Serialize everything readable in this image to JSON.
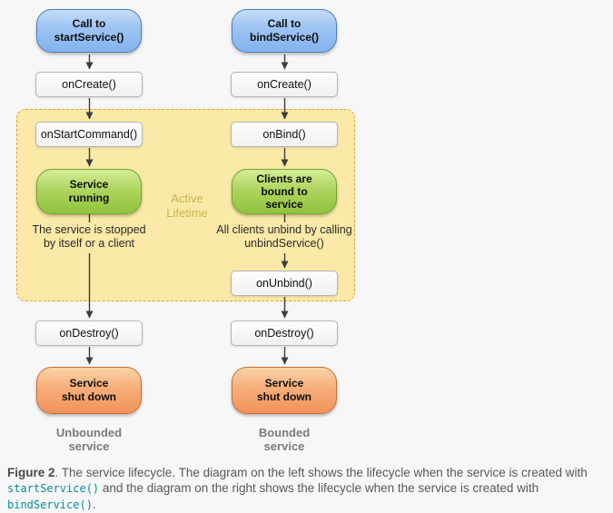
{
  "colors": {
    "background": "#f7f7f7",
    "blue_node_top": "#c4ddf9",
    "blue_node_bottom": "#83b3ee",
    "blue_node_border": "#4c7fba",
    "green_node_top": "#d5ec96",
    "green_node_bottom": "#90c33d",
    "green_node_border": "#74a433",
    "orange_node_top": "#fbd4a7",
    "orange_node_bottom": "#f2925a",
    "orange_node_border": "#c2703a",
    "callback_box_bg": "#f7f7f7",
    "callback_box_border": "#b5b5b5",
    "active_region_bg": "#fbe9a7",
    "active_region_border": "#e0a33e",
    "active_label_text": "#c9b54a",
    "arrow": "#3c3c3c",
    "code_link": "#0b8a9e",
    "caption_text": "#58585a",
    "column_label_text": "#7b7b7b"
  },
  "diagram": {
    "active_label": {
      "line1": "Active",
      "line2": "Lifetime"
    },
    "left_column": {
      "call_node": {
        "line1": "Call to",
        "line2": "startService()"
      },
      "oncreate": "onCreate()",
      "onstartcommand": "onStartCommand()",
      "running_node": {
        "line1": "Service",
        "line2": "running"
      },
      "note": {
        "line1": "The service is stopped",
        "line2": "by itself or a client"
      },
      "ondestroy": "onDestroy()",
      "shutdown_node": {
        "line1": "Service",
        "line2": "shut down"
      },
      "label": {
        "line1": "Unbounded",
        "line2": "service"
      }
    },
    "right_column": {
      "call_node": {
        "line1": "Call to",
        "line2": "bindService()"
      },
      "oncreate": "onCreate()",
      "onbind": "onBind()",
      "bound_node": {
        "line1": "Clients are",
        "line2": "bound to",
        "line3": "service"
      },
      "note": {
        "line1": "All clients unbind by calling",
        "line2": "unbindService()"
      },
      "onunbind": "onUnbind()",
      "ondestroy": "onDestroy()",
      "shutdown_node": {
        "line1": "Service",
        "line2": "shut down"
      },
      "label": {
        "line1": "Bounded",
        "line2": "service"
      }
    }
  },
  "caption": {
    "figure_label": "Figure 2",
    "text_1": ". The service lifecycle. The diagram on the left shows the lifecycle when the service is created with ",
    "code_1": "startService()",
    "text_2": " and the diagram on the right shows the lifecycle when the service is created with ",
    "code_2": "bindService()",
    "text_3": "."
  }
}
